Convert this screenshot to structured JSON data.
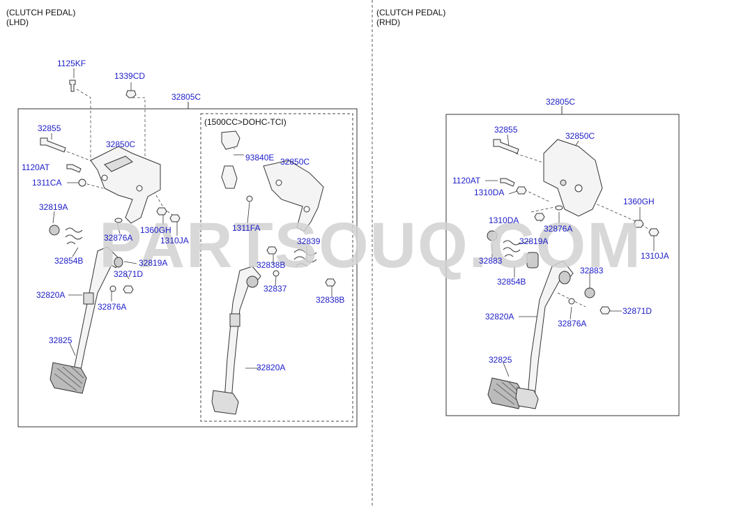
{
  "left_panel": {
    "title": "(CLUTCH PEDAL)",
    "subtitle": "(LHD)",
    "option_box_label": "(1500CC>DOHC-TCI)",
    "labels": {
      "p1125KF": "1125KF",
      "p1339CD": "1339CD",
      "p32805C": "32805C",
      "p32855": "32855",
      "p32850C": "32850C",
      "p1120AT": "1120AT",
      "p1311CA": "1311CA",
      "p32819A_a": "32819A",
      "p1360GH": "1360GH",
      "p1310JA": "1310JA",
      "p32876A_a": "32876A",
      "p32854B": "32854B",
      "p32819A_b": "32819A",
      "p32871D": "32871D",
      "p32820A": "32820A",
      "p32876A_b": "32876A",
      "p32825": "32825",
      "opt93840E": "93840E",
      "opt32850C": "32850C",
      "opt1311FA": "1311FA",
      "opt32839": "32839",
      "opt32838B_a": "32838B",
      "opt32837": "32837",
      "opt32838B_b": "32838B",
      "opt32820A": "32820A"
    }
  },
  "right_panel": {
    "title": "(CLUTCH PEDAL)",
    "subtitle": "(RHD)",
    "labels": {
      "p32805C": "32805C",
      "p32855": "32855",
      "p32850C": "32850C",
      "p1120AT": "1120AT",
      "p1310DA_a": "1310DA",
      "p1360GH": "1360GH",
      "p1310DA_b": "1310DA",
      "p32876A_a": "32876A",
      "p32819A": "32819A",
      "p32883_a": "32883",
      "p1310JA": "1310JA",
      "p32854B": "32854B",
      "p32883_b": "32883",
      "p32820A": "32820A",
      "p32876A_b": "32876A",
      "p32871D": "32871D",
      "p32825": "32825"
    }
  },
  "watermark": "PARTSOUQ.COM",
  "colors": {
    "label": "#1c1cc8",
    "line": "#333333",
    "watermark": "#d2d2d2"
  }
}
